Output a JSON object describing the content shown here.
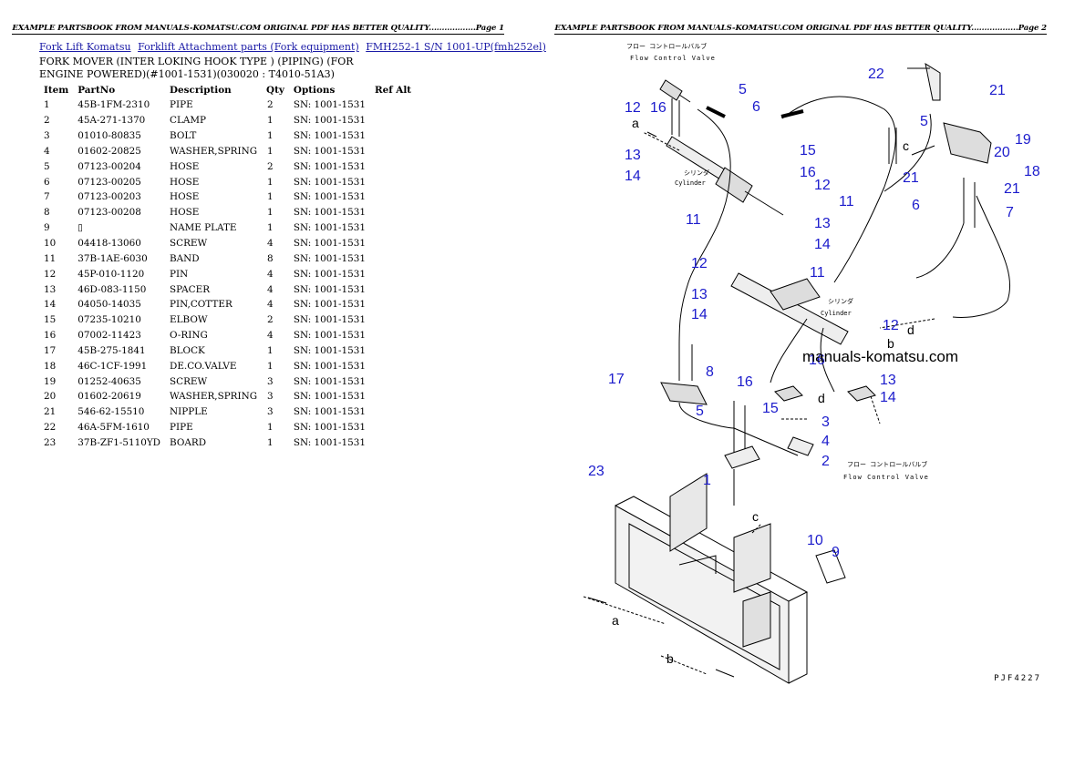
{
  "left_page": {
    "header": "EXAMPLE PARTSBOOK FROM MANUALS-KOMATSU.COM ORIGINAL PDF HAS BETTER QUALITY..................Page 1",
    "breadcrumbs": [
      "Fork Lift Komatsu",
      "Forklift Attachment parts (Fork equipment)",
      "FMH252-1 S/N 1001-UP(fmh252el)"
    ],
    "title": "FORK MOVER (INTER LOKING HOOK TYPE ) (PIPING) (FOR ENGINE POWERED)(#1001-1531)(030020 : T4010-51A3)",
    "columns": [
      "Item",
      "PartNo",
      "Description",
      "Qty",
      "Options",
      "Ref Alt"
    ],
    "rows": [
      [
        "1",
        "45B-1FM-2310",
        "PIPE",
        "2",
        "SN: 1001-1531",
        ""
      ],
      [
        "2",
        "45A-271-1370",
        "CLAMP",
        "1",
        "SN: 1001-1531",
        ""
      ],
      [
        "3",
        "01010-80835",
        "BOLT",
        "1",
        "SN: 1001-1531",
        ""
      ],
      [
        "4",
        "01602-20825",
        "WASHER,SPRING",
        "1",
        "SN: 1001-1531",
        ""
      ],
      [
        "5",
        "07123-00204",
        "HOSE",
        "2",
        "SN: 1001-1531",
        ""
      ],
      [
        "6",
        "07123-00205",
        "HOSE",
        "1",
        "SN: 1001-1531",
        ""
      ],
      [
        "7",
        "07123-00203",
        "HOSE",
        "1",
        "SN: 1001-1531",
        ""
      ],
      [
        "8",
        "07123-00208",
        "HOSE",
        "1",
        "SN: 1001-1531",
        ""
      ],
      [
        "9",
        "▯",
        "NAME PLATE",
        "1",
        "SN: 1001-1531",
        ""
      ],
      [
        "10",
        "04418-13060",
        "SCREW",
        "4",
        "SN: 1001-1531",
        ""
      ],
      [
        "11",
        "37B-1AE-6030",
        "BAND",
        "8",
        "SN: 1001-1531",
        ""
      ],
      [
        "12",
        "45P-010-1120",
        "PIN",
        "4",
        "SN: 1001-1531",
        ""
      ],
      [
        "13",
        "46D-083-1150",
        "SPACER",
        "4",
        "SN: 1001-1531",
        ""
      ],
      [
        "14",
        "04050-14035",
        "PIN,COTTER",
        "4",
        "SN: 1001-1531",
        ""
      ],
      [
        "15",
        "07235-10210",
        "ELBOW",
        "2",
        "SN: 1001-1531",
        ""
      ],
      [
        "16",
        "07002-11423",
        "O-RING",
        "4",
        "SN: 1001-1531",
        ""
      ],
      [
        "17",
        "45B-275-1841",
        "BLOCK",
        "1",
        "SN: 1001-1531",
        ""
      ],
      [
        "18",
        "46C-1CF-1991",
        "DE.CO.VALVE",
        "1",
        "SN: 1001-1531",
        ""
      ],
      [
        "19",
        "01252-40635",
        "SCREW",
        "3",
        "SN: 1001-1531",
        ""
      ],
      [
        "20",
        "01602-20619",
        "WASHER,SPRING",
        "3",
        "SN: 1001-1531",
        ""
      ],
      [
        "21",
        "546-62-15510",
        "NIPPLE",
        "3",
        "SN: 1001-1531",
        ""
      ],
      [
        "22",
        "46A-5FM-1610",
        "PIPE",
        "1",
        "SN: 1001-1531",
        ""
      ],
      [
        "23",
        "37B-ZF1-5110YD",
        "BOARD",
        "1",
        "SN: 1001-1531",
        ""
      ]
    ]
  },
  "right_page": {
    "header": "EXAMPLE PARTSBOOK FROM MANUALS-KOMATSU.COM ORIGINAL PDF HAS BETTER QUALITY..................Page 2",
    "watermark": "manuals-komatsu.com",
    "drawing_code": "PJF4227",
    "jp_flow_valve": "フロー コントロールバルブ",
    "flow_control_valve": "Flow Control Valve",
    "jp_cylinder": "シリンダ",
    "cylinder": "Cylinder",
    "callouts": [
      "1",
      "2",
      "3",
      "4",
      "5",
      "5",
      "5",
      "6",
      "6",
      "7",
      "8",
      "9",
      "10",
      "11",
      "11",
      "11",
      "11",
      "12",
      "12",
      "12",
      "12",
      "13",
      "13",
      "13",
      "14",
      "14",
      "14",
      "15",
      "15",
      "16",
      "16",
      "16",
      "16",
      "17",
      "18",
      "19",
      "20",
      "21",
      "21",
      "22",
      "23"
    ],
    "letters": [
      "a",
      "a",
      "b",
      "b",
      "c",
      "c",
      "d",
      "d"
    ],
    "accent_color": "#1c1ccc"
  }
}
